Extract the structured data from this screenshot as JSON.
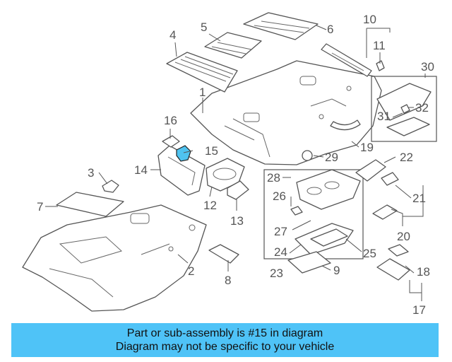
{
  "callouts": [
    {
      "id": "c1",
      "label": "1"
    },
    {
      "id": "c2",
      "label": "2"
    },
    {
      "id": "c3",
      "label": "3"
    },
    {
      "id": "c4",
      "label": "4"
    },
    {
      "id": "c5",
      "label": "5"
    },
    {
      "id": "c6",
      "label": "6"
    },
    {
      "id": "c7",
      "label": "7"
    },
    {
      "id": "c8",
      "label": "8"
    },
    {
      "id": "c9",
      "label": "9"
    },
    {
      "id": "c10",
      "label": "10"
    },
    {
      "id": "c11",
      "label": "11"
    },
    {
      "id": "c12",
      "label": "12"
    },
    {
      "id": "c13",
      "label": "13"
    },
    {
      "id": "c14",
      "label": "14"
    },
    {
      "id": "c15",
      "label": "15"
    },
    {
      "id": "c16",
      "label": "16"
    },
    {
      "id": "c17",
      "label": "17"
    },
    {
      "id": "c18",
      "label": "18"
    },
    {
      "id": "c19",
      "label": "19"
    },
    {
      "id": "c20",
      "label": "20"
    },
    {
      "id": "c21",
      "label": "21"
    },
    {
      "id": "c22",
      "label": "22"
    },
    {
      "id": "c23",
      "label": "23"
    },
    {
      "id": "c24",
      "label": "24"
    },
    {
      "id": "c25",
      "label": "25"
    },
    {
      "id": "c26",
      "label": "26"
    },
    {
      "id": "c27",
      "label": "27"
    },
    {
      "id": "c28",
      "label": "28"
    },
    {
      "id": "c29",
      "label": "29"
    },
    {
      "id": "c30",
      "label": "30"
    },
    {
      "id": "c31",
      "label": "31"
    },
    {
      "id": "c32",
      "label": "32"
    }
  ],
  "highlight": {
    "part": "15",
    "color": "#4fc3f0"
  },
  "banner": {
    "line1": "Part or sub-assembly is #15 in diagram",
    "line2": "Diagram may not be specific to your vehicle",
    "color": "#4fc3f7"
  }
}
